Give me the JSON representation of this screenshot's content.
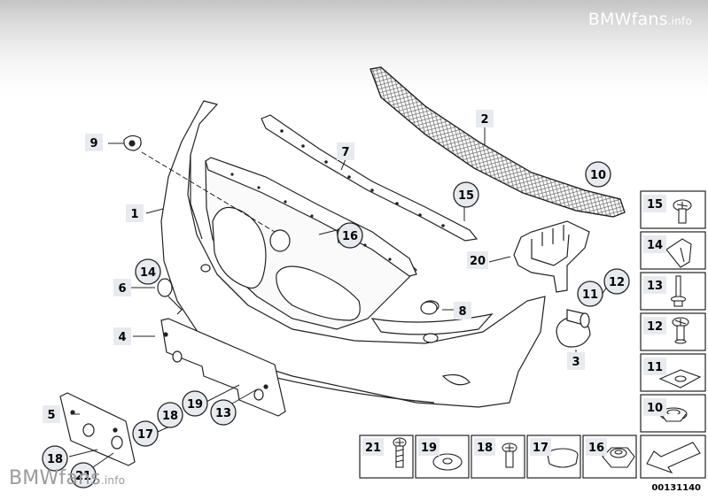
{
  "watermark": {
    "brand": "BMWfans",
    "suffix": ".info"
  },
  "diagram_code": "00131140",
  "callouts": [
    {
      "id": "c1",
      "text": "1"
    },
    {
      "id": "c2",
      "text": "2"
    },
    {
      "id": "c3",
      "text": "3"
    },
    {
      "id": "c4",
      "text": "4"
    },
    {
      "id": "c5",
      "text": "5"
    },
    {
      "id": "c6",
      "text": "6"
    },
    {
      "id": "c7",
      "text": "7"
    },
    {
      "id": "c8",
      "text": "8"
    },
    {
      "id": "c9",
      "text": "9"
    },
    {
      "id": "c20",
      "text": "20"
    }
  ],
  "circled_callouts": [
    {
      "text": "10"
    },
    {
      "text": "11"
    },
    {
      "text": "12"
    },
    {
      "text": "13"
    },
    {
      "text": "14"
    },
    {
      "text": "15"
    },
    {
      "text": "16"
    },
    {
      "text": "17"
    },
    {
      "text": "18"
    },
    {
      "text": "18"
    },
    {
      "text": "19"
    },
    {
      "text": "21"
    }
  ],
  "right_panel": [
    {
      "text": "15",
      "icon": "screw-icon"
    },
    {
      "text": "14",
      "icon": "clip-icon"
    },
    {
      "text": "13",
      "icon": "rivet-icon"
    },
    {
      "text": "12",
      "icon": "screw-washer-icon"
    },
    {
      "text": "11",
      "icon": "nut-clip-icon"
    },
    {
      "text": "10",
      "icon": "grommet-icon"
    }
  ],
  "bottom_panel": [
    {
      "text": "21",
      "icon": "screw-icon"
    },
    {
      "text": "19",
      "icon": "washer-icon"
    },
    {
      "text": "18",
      "icon": "screw-icon"
    },
    {
      "text": "17",
      "icon": "plug-icon"
    },
    {
      "text": "16",
      "icon": "nut-icon"
    }
  ]
}
